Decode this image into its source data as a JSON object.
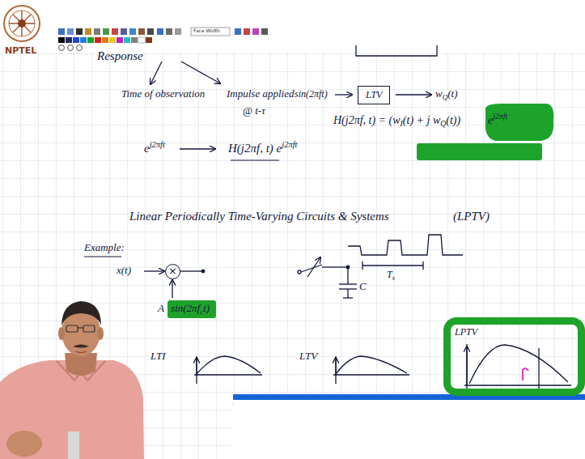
{
  "diagram": {
    "nodes": [
      {
        "text": [
          "LTV"
        ]
      },
      {
        "text": [
          "×"
        ]
      },
      {
        "text": [
          "LPTV"
        ]
      }
    ],
    "labels": [
      "Response",
      "Time of observation",
      "Impulse applied",
      "@ t-τ",
      "sin(2πft)",
      "w",
      "Q",
      "(t)",
      "H(j2πf, t) = (w",
      "I",
      "(t) + j w",
      "Q",
      "(t))",
      "e",
      "j2πft",
      "H(j2πf, t) e",
      "j2πft",
      "Linear Periodically Time-Varying Circuits & Systems",
      "(LPTV)",
      "Example:",
      "x(t)",
      "A",
      "sin(2πf",
      "c",
      "t)",
      "C",
      "T",
      "s",
      "LTI",
      "LTV",
      "NPTEL",
      "e",
      "j2πft",
      "t",
      "Face Width"
    ]
  }
}
